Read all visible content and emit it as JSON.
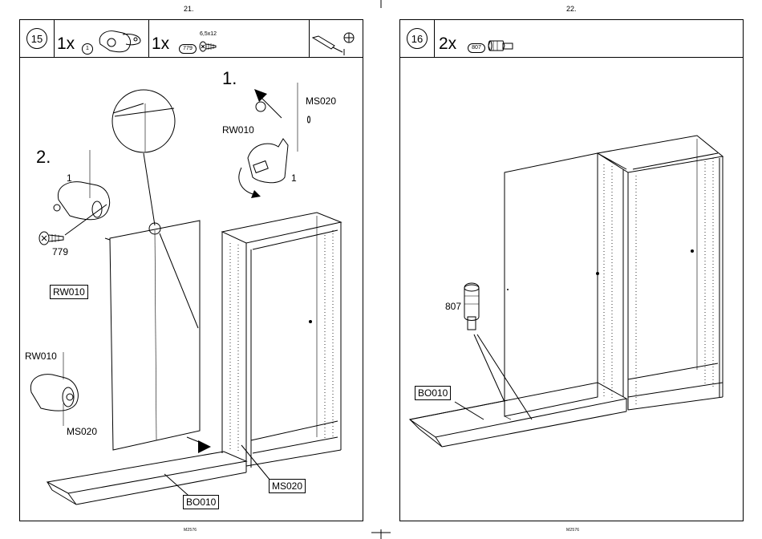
{
  "left_page": {
    "page_number": "21.",
    "footer_code": "M2576",
    "step_number": "15",
    "parts": [
      {
        "qty": "1x",
        "id": "1"
      },
      {
        "qty": "1x",
        "id": "779",
        "size": "6,5x12"
      }
    ],
    "tools": [
      "screwdriver-icon",
      "phillips-bit-icon"
    ],
    "callouts": {
      "step1": "1.",
      "step2": "2.",
      "rw010_a": "RW010",
      "ms020_a": "MS020",
      "part1_a": "1",
      "part1_b": "1",
      "part779": "779",
      "rw010_box": "RW010",
      "rw010_b": "RW010",
      "ms020_b": "MS020",
      "ms020_box": "MS020",
      "bo010_box": "BO010"
    }
  },
  "right_page": {
    "page_number": "22.",
    "footer_code": "M2576",
    "step_number": "16",
    "parts": [
      {
        "qty": "2x",
        "id": "807"
      }
    ],
    "callouts": {
      "part807": "807",
      "bo010_box": "BO010"
    }
  }
}
